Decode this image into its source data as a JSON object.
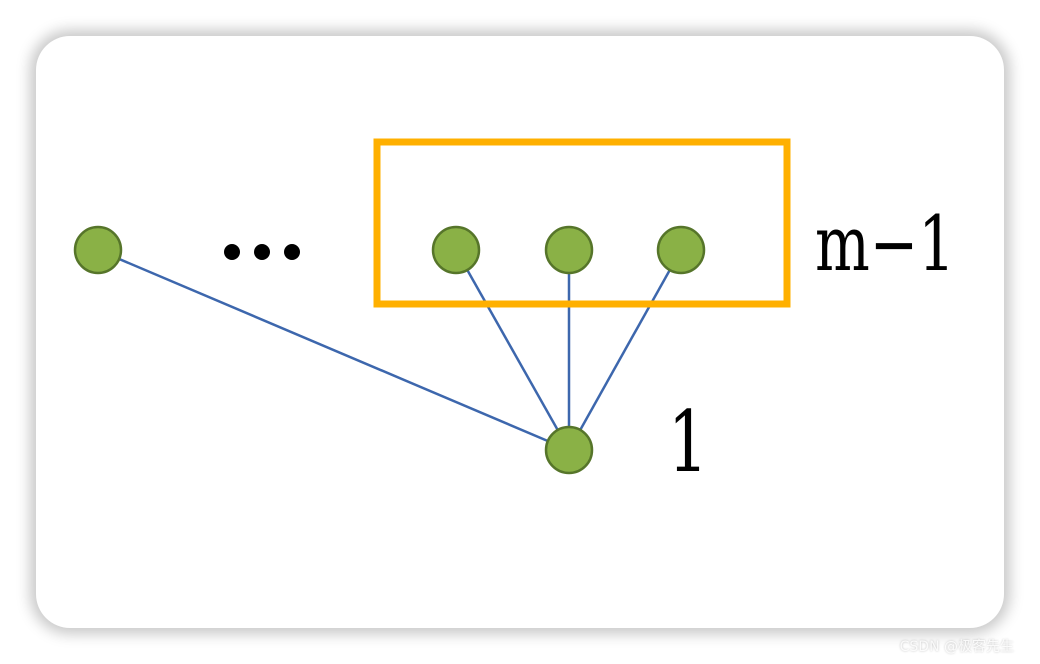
{
  "diagram": {
    "group_label": "m−1",
    "bottom_label": "1",
    "ellipsis": "•••",
    "colors": {
      "node_fill": "#8ab146",
      "node_stroke": "#56752a",
      "edge": "#3d67ad",
      "box": "#ffb000",
      "text": "#000000"
    }
  },
  "watermark": "CSDN @极客先生"
}
